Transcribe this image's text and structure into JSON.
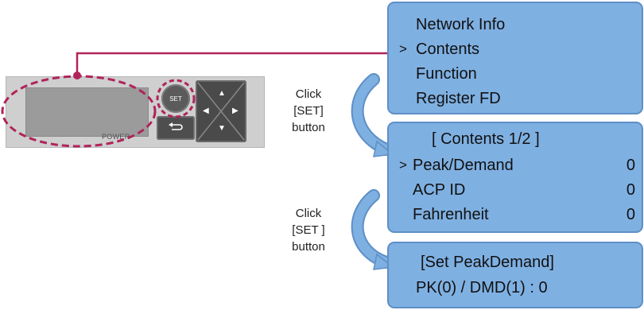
{
  "device": {
    "power_label": "POWER",
    "set_label": "SET",
    "back_icon": "return-arrow-icon",
    "dpad_icons": [
      "up-arrow-icon",
      "left-arrow-icon",
      "right-arrow-icon",
      "down-arrow-icon"
    ]
  },
  "steps": [
    {
      "lines": [
        "Click",
        "[SET]",
        "button"
      ]
    },
    {
      "lines": [
        "Click",
        "[SET ]",
        "button"
      ]
    }
  ],
  "menus": {
    "main": {
      "cursor": ">",
      "items": [
        "Network Info",
        "Contents",
        "Function",
        "Register FD"
      ],
      "selected": "Contents"
    },
    "contents": {
      "title": "[ Contents 1/2 ]",
      "cursor": ">",
      "rows": [
        {
          "label": "Peak/Demand",
          "value": "0"
        },
        {
          "label": "ACP ID",
          "value": "0"
        },
        {
          "label": "Fahrenheit",
          "value": "0"
        }
      ]
    },
    "set_peak": {
      "title": "[Set PeakDemand]",
      "line": "PK(0) / DMD(1) : 0"
    }
  },
  "colors": {
    "menu_fill": "#7fb0e2",
    "menu_border": "#5f8fc6",
    "callout": "#b0245a",
    "arrow": "#6fa3da"
  }
}
